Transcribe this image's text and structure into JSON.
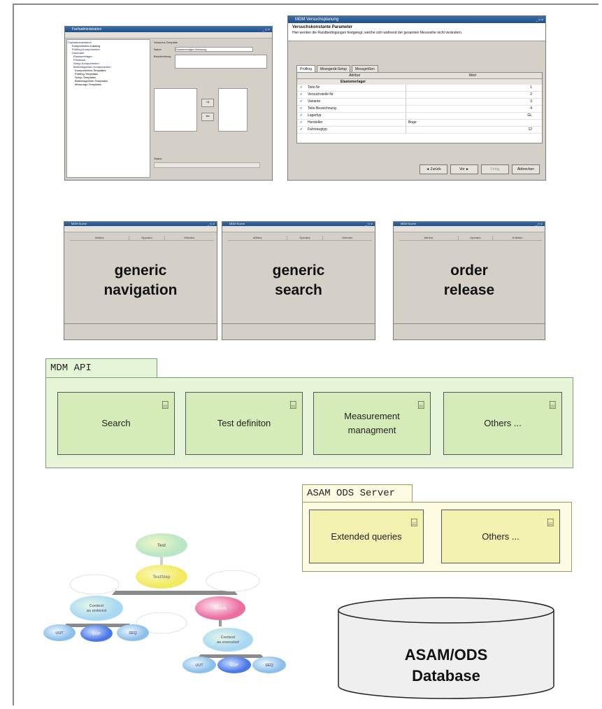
{
  "screenshots": {
    "left": {
      "title": "Fachadministration",
      "template_label": "Versuchs-Template",
      "name_label": "Name",
      "name_value": "Elastomerlager-Messung",
      "desc_label": "Beschreibung",
      "status_label": "Status",
      "tree": [
        "Fachadministration",
        "Komponenten-Katalog",
        "Prüfling-Komponenten",
        "Dauerlauf",
        "Elastomerlager",
        "Prüfstand",
        "Setup-Komponenten",
        "Betriebsgrößen-Komponenten",
        "Komponenten-Templates",
        "Prüfling-Templates",
        "Setup-Templates",
        "Betriebsgrößen-Templates",
        "Messungs-Templates"
      ]
    },
    "right": {
      "title": "MDM Versuchsplanung",
      "header": "Versuchskonstante Parameter",
      "subheader": "Hier werden die Randbedingungen festgelegt, welche sich während der gesamten Messreihe nicht verändern.",
      "tabs": [
        "Prüfling",
        "Messgerät-Setup",
        "Messgrößen"
      ],
      "col_attr": "Attribut",
      "col_val": "Wert",
      "group": "Elastomerlager",
      "rows": [
        {
          "attr": "Teile-Nr",
          "val": "1"
        },
        {
          "attr": "Versuchsteile-Nr",
          "val": "2"
        },
        {
          "attr": "Variante",
          "val": "3"
        },
        {
          "attr": "Teile-Bezeichnung",
          "val": "4"
        },
        {
          "attr": "Lagertyp",
          "val": "GL"
        },
        {
          "attr": "Hersteller",
          "val": "Boge"
        },
        {
          "attr": "Fahrzeugtyp",
          "val": "12"
        }
      ],
      "buttons": [
        "◄ Zurück",
        "Vor ►",
        "Fertig",
        "Abbrechen"
      ]
    },
    "mini": [
      {
        "title": "MDM Suche",
        "label_line1": "generic",
        "label_line2": "navigation"
      },
      {
        "title": "MDM Suche",
        "label_line1": "generic",
        "label_line2": "search"
      },
      {
        "title": "MDM Suche",
        "label_line1": "order",
        "label_line2": "release"
      }
    ],
    "mini_cols": [
      "Attribut",
      "Operator",
      "Kriterien"
    ]
  },
  "mdm_api": {
    "title": "MDM API",
    "components": [
      {
        "line1": "Search",
        "line2": ""
      },
      {
        "line1": "Test definiton",
        "line2": ""
      },
      {
        "line1": "Measurement",
        "line2": "managment"
      },
      {
        "line1": "Others ...",
        "line2": ""
      }
    ]
  },
  "asam_server": {
    "title": "ASAM ODS Server",
    "components": [
      {
        "label": "Extended queries"
      },
      {
        "label": "Others ..."
      }
    ]
  },
  "tree_diagram": {
    "nodes": {
      "test": "Test",
      "teststep": "TestStep",
      "ctx_ordered_1": "Context",
      "ctx_ordered_2": "as ordered",
      "result": "Result",
      "ctx_exec_1": "Context",
      "ctx_exec_2": "as executed",
      "uut1": "UUT",
      "egp1": "EGP",
      "seq1": "SEQ",
      "uut2": "UUT",
      "egp2": "EGP",
      "seq2": "SEQ"
    }
  },
  "database": {
    "line1": "ASAM/ODS",
    "line2": "Database"
  },
  "colors": {
    "pkg_green": "#e6f4d8",
    "comp_green": "#d6ecb8",
    "pkg_yellow": "#fdfce2",
    "comp_yellow": "#f4f2b0"
  }
}
